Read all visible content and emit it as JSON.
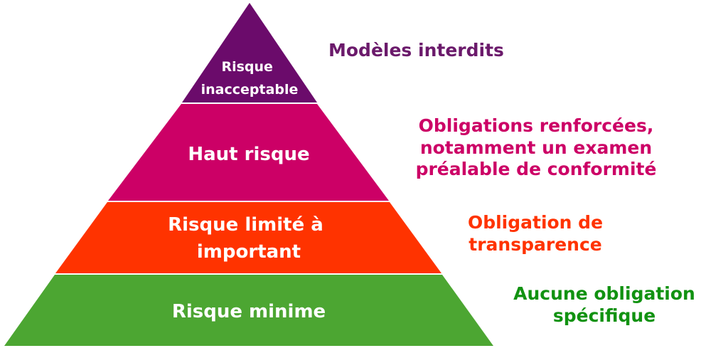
{
  "tiers": [
    {
      "label_lines": [
        "Risque",
        "inacceptable"
      ],
      "color": "#6b0b6b",
      "description_lines": [
        "Modèles interdits"
      ],
      "description_color": "#6b1a6b"
    },
    {
      "label_lines": [
        "Haut risque"
      ],
      "color": "#cc0066",
      "description_lines": [
        "Obligations renforcées,",
        "notamment un examen",
        "préalable de conformité"
      ],
      "description_color": "#cc0066"
    },
    {
      "label_lines": [
        "Risque limité à",
        "important"
      ],
      "color": "#ff3300",
      "description_lines": [
        "Obligation de",
        "transparence"
      ],
      "description_color": "#ff3300"
    },
    {
      "label_lines": [
        "Risque minime"
      ],
      "color": "#4ca632",
      "description_lines": [
        "Aucune obligation",
        "spécifique"
      ],
      "description_color": "#119211"
    }
  ]
}
